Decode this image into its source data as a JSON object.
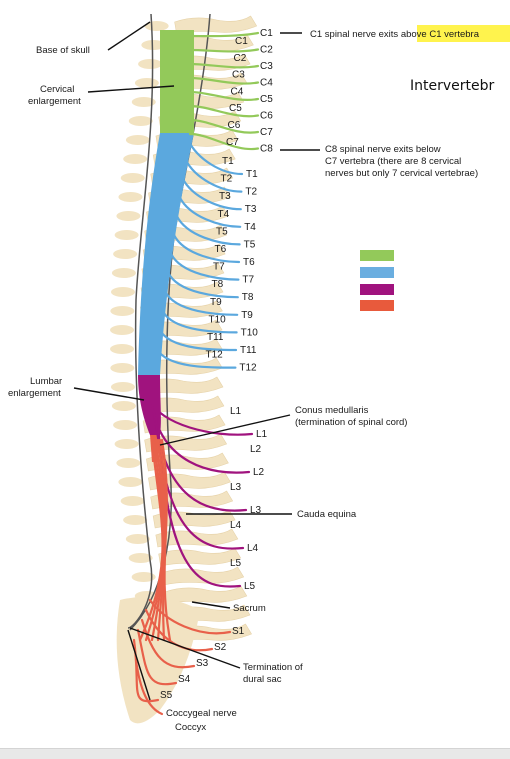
{
  "header": {
    "text": "Intervertebr"
  },
  "callouts": {
    "c1_exit": {
      "prefix": "C1 spinal nerve exits ",
      "highlight": "above C1 vertebra"
    },
    "c8_exit": [
      "C8 spinal nerve exits below",
      "C7 vertebra (there are 8 cervical",
      "nerves but only 7 cervical vertebrae)"
    ],
    "base_of_skull": "Base of skull",
    "cervical_enlargement": [
      "Cervical",
      "enlargement"
    ],
    "lumbar_enlargement": [
      "Lumbar",
      "enlargement"
    ],
    "conus_medullaris": [
      "Conus medullaris",
      "(termination of spinal cord)"
    ],
    "cauda_equina": "Cauda equina",
    "sacrum": "Sacrum",
    "termination_dural_sac": [
      "Termination of",
      "dural sac"
    ],
    "coccygeal_nerve": "Coccygeal nerve",
    "coccyx": "Coccyx"
  },
  "legend_colors": [
    "#93c95a",
    "#6aaee0",
    "#a0137e",
    "#e85a3c"
  ],
  "colors": {
    "cervical": "#93c95a",
    "thoracic": "#5ba8de",
    "lumbar": "#a0137e",
    "sacral": "#e8604a",
    "bone": "#f2e3c2",
    "highlight": "#fff34d"
  },
  "nerves": {
    "cervical": [
      "C1",
      "C2",
      "C3",
      "C4",
      "C5",
      "C6",
      "C7",
      "C8"
    ],
    "thoracic": [
      "T1",
      "T2",
      "T3",
      "T4",
      "T5",
      "T6",
      "T7",
      "T8",
      "T9",
      "T10",
      "T11",
      "T12"
    ],
    "lumbar": [
      "L1",
      "L2",
      "L3",
      "L4",
      "L5"
    ],
    "sacral": [
      "S1",
      "S2",
      "S3",
      "S4",
      "S5"
    ]
  },
  "vertebrae": {
    "cervical": [
      "C1",
      "C2",
      "C3",
      "C4",
      "C5",
      "C6",
      "C7"
    ],
    "thoracic": [
      "T1",
      "T2",
      "T3",
      "T4",
      "T5",
      "T6",
      "T7",
      "T8",
      "T9",
      "T10",
      "T11",
      "T12"
    ],
    "lumbar": [
      "L1",
      "L2",
      "L3",
      "L4",
      "L5"
    ],
    "sacral": [
      "S1",
      "S2",
      "S3",
      "S4",
      "S5"
    ]
  }
}
